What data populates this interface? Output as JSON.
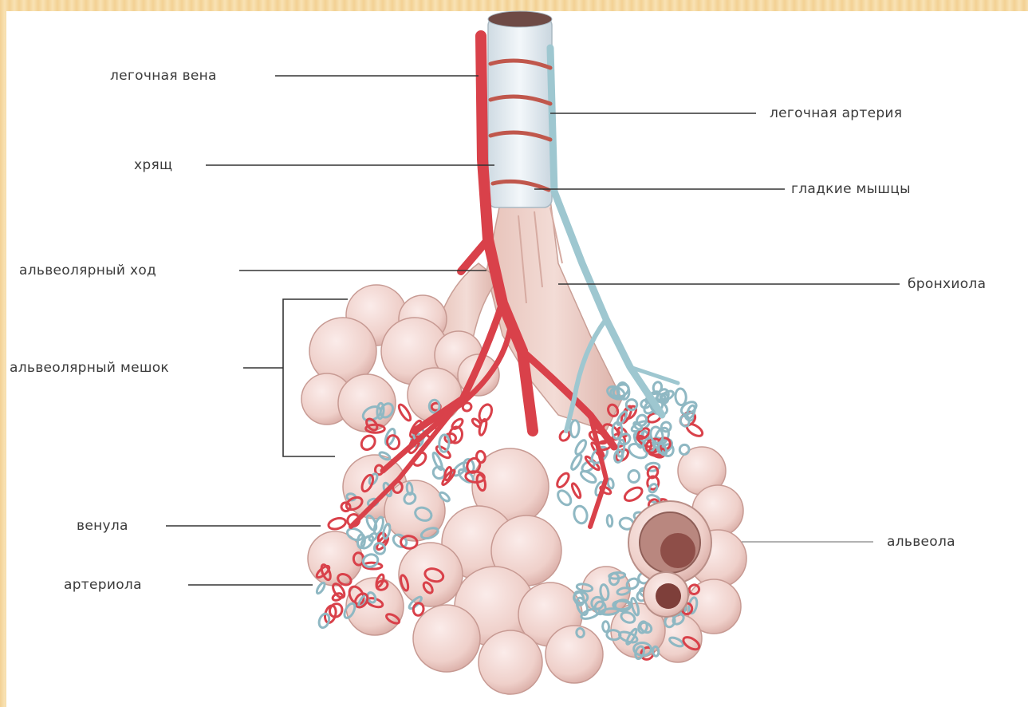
{
  "labels": {
    "pulmonary_vein": "легочная вена",
    "pulmonary_artery": "легочная артерия",
    "cartilage": "хрящ",
    "smooth_muscles": "гладкие мышцы",
    "alveolar_duct": "альвеолярный ход",
    "bronchiole": "бронхиола",
    "alveolar_sac": "альвеолярный мешок",
    "venule": "венула",
    "alveola": "альвеола",
    "arteriole": "артериола"
  },
  "colors": {
    "frame": "#f3d193",
    "vein_red": "#d9414a",
    "artery_blue": "#9ec7d0",
    "alveolus_pink": "#f1d5cf",
    "bronchiole_pink": "#ecc8c0",
    "cartilage": "#e6eef3",
    "leader_line": "#333333"
  }
}
